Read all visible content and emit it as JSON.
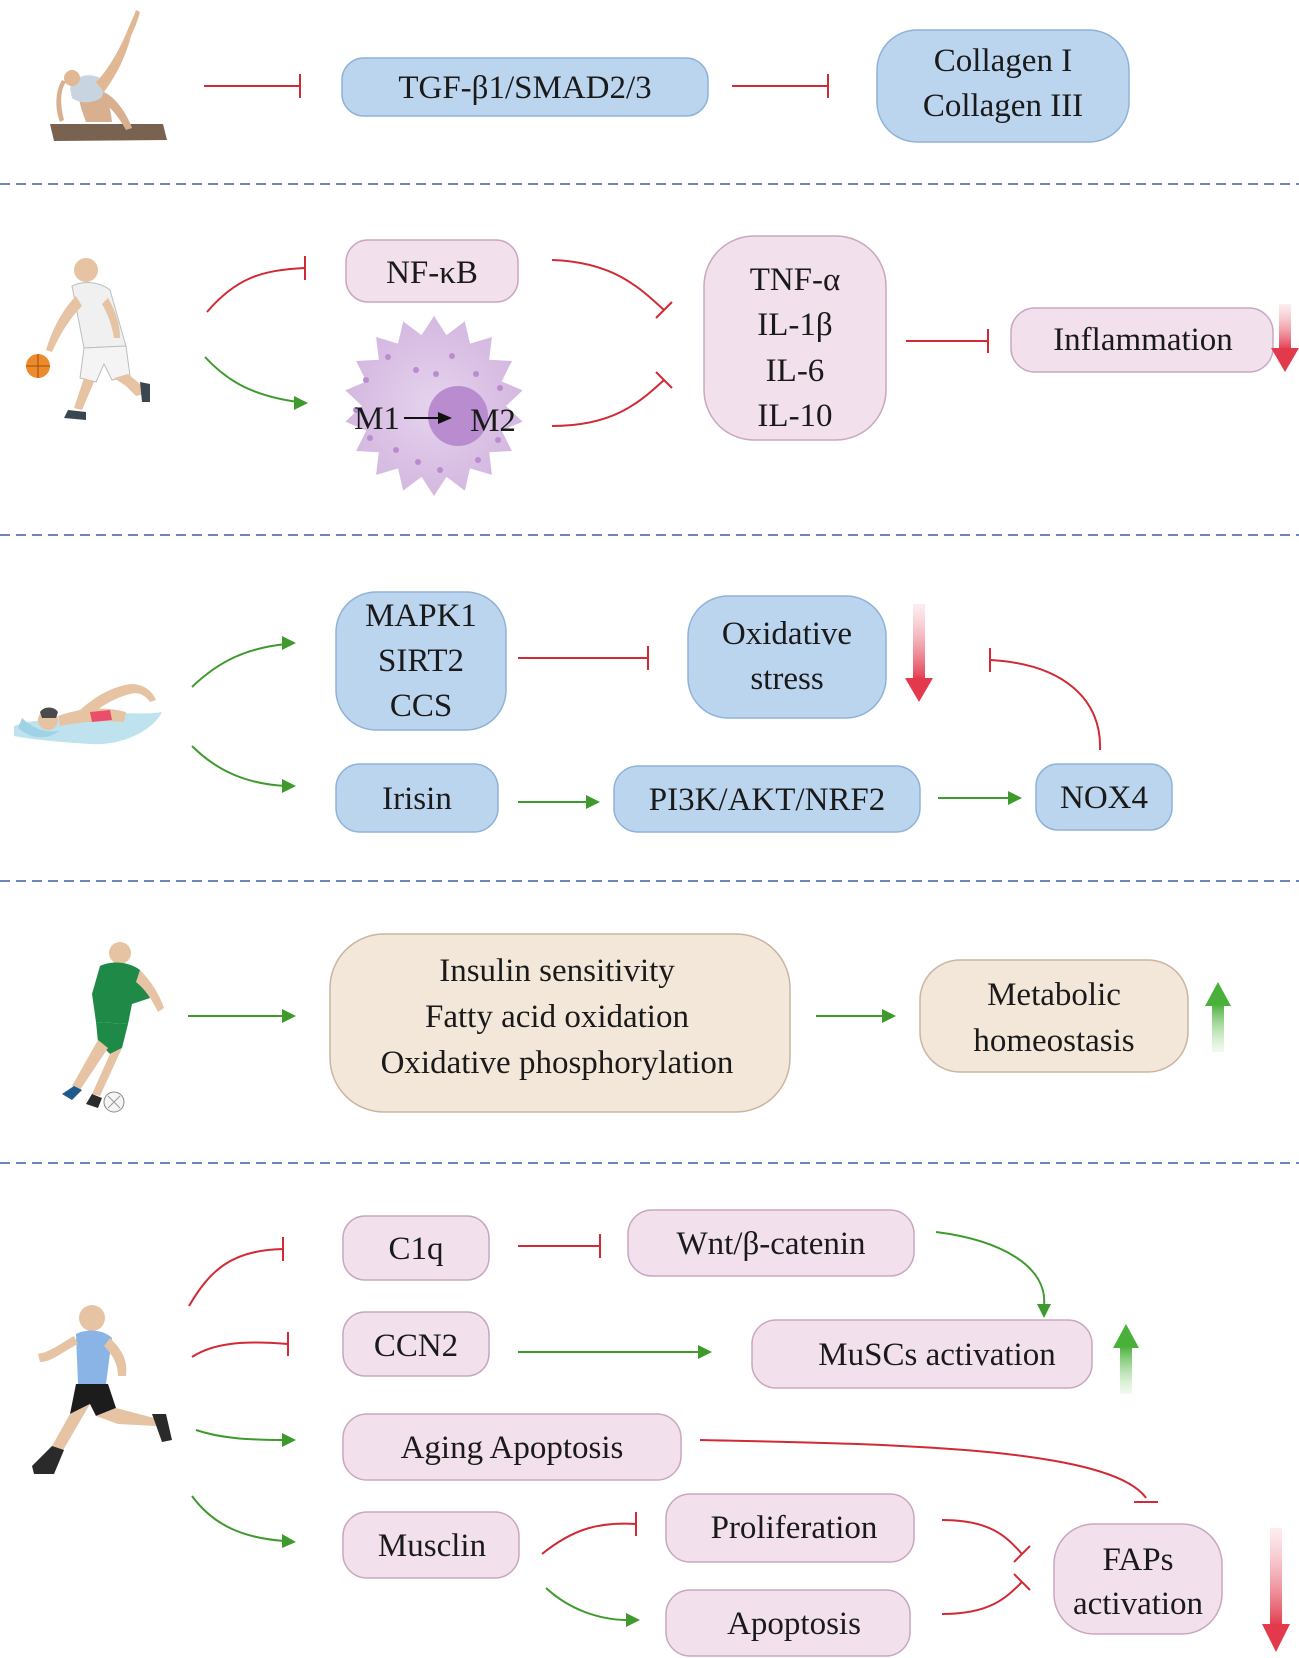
{
  "colors": {
    "blue_fill": "#bcd5ee",
    "blue_stroke": "#8fb2d8",
    "pink_fill": "#f2e0ec",
    "pink_stroke": "#c9a7bf",
    "beige_fill": "#f3e7da",
    "beige_stroke": "#c9b5a0",
    "inhibit": "#d12a35",
    "activate": "#3f9a2d",
    "divider": "#3f5ea8",
    "down_arrow": "#e23a4c",
    "up_arrow": "#49b03a",
    "macrophage": "#d8bde3",
    "macrophage_nucleus": "#b98ccf"
  },
  "icons": [
    "gymnast-icon",
    "basketball-player-icon",
    "swimmer-icon",
    "soccer-player-icon",
    "runner-icon"
  ],
  "panel1": {
    "tgf": "TGF-β1/SMAD2/3",
    "collagen_1": "Collagen I",
    "collagen_3": "Collagen III"
  },
  "panel2": {
    "nfkb": "NF-κB",
    "m1": "M1",
    "m2": "M2",
    "cytokines": [
      "TNF-α",
      "IL-1β",
      "IL-6",
      "IL-10"
    ],
    "inflammation": "Inflammation"
  },
  "panel3": {
    "mapk1": "MAPK1",
    "sirt2": "SIRT2",
    "ccs": "CCS",
    "oxidative_1": "Oxidative",
    "oxidative_2": "stress",
    "irisin": "Irisin",
    "pi3k": "PI3K/AKT/NRF2",
    "nox4": "NOX4"
  },
  "panel4": {
    "metabolism": [
      "Insulin sensitivity",
      "Fatty acid oxidation",
      "Oxidative phosphorylation"
    ],
    "homeostasis_1": "Metabolic",
    "homeostasis_2": "homeostasis"
  },
  "panel5": {
    "c1q": "C1q",
    "wnt": "Wnt/β-catenin",
    "ccn2": "CCN2",
    "muscs": "MuSCs activation",
    "aging": "Aging Apoptosis",
    "musclin": "Musclin",
    "proliferation": "Proliferation",
    "apoptosis": "Apoptosis",
    "faps_1": "FAPs",
    "faps_2": "activation"
  }
}
